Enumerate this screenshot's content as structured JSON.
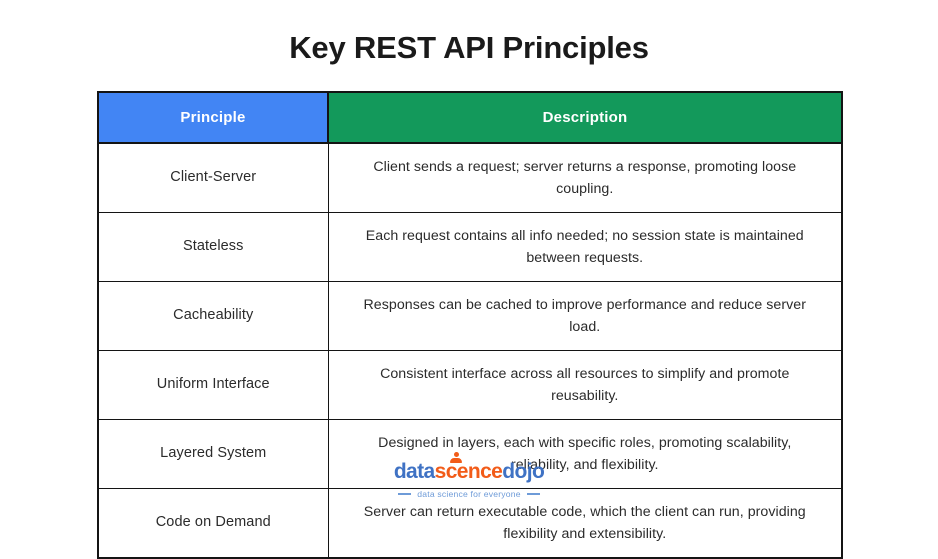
{
  "title": "Key REST API Principles",
  "colors": {
    "header_principle_bg": "#4285F4",
    "header_description_bg": "#13995B",
    "header_text": "#FFFFFF",
    "border": "#141414",
    "page_bg": "#FFFFFF",
    "body_text": "#2B2B2B",
    "logo_blue": "#3F72C4",
    "logo_orange": "#F25C19",
    "logo_tagline": "#6E9BD8"
  },
  "table": {
    "columns": [
      "Principle",
      "Description"
    ],
    "rows": [
      {
        "principle": "Client-Server",
        "description": "Client sends a request; server returns a response, promoting loose coupling."
      },
      {
        "principle": "Stateless",
        "description": "Each request contains all info needed; no session state is maintained between requests."
      },
      {
        "principle": "Cacheability",
        "description": "Responses can be cached to improve performance and reduce server load."
      },
      {
        "principle": "Uniform Interface",
        "description": "Consistent interface across all resources to simplify and promote reusability."
      },
      {
        "principle": "Layered System",
        "description": "Designed in layers, each with specific roles, promoting scalability, reliability, and flexibility."
      },
      {
        "principle": "Code on Demand",
        "description": "Server can return executable code, which the client can run, providing flexibility and extensibility."
      }
    ]
  },
  "logo": {
    "word_part1": "data",
    "word_part2": "sc",
    "word_part3": "ence",
    "word_part4": "dojo",
    "tagline": "data science for everyone"
  }
}
